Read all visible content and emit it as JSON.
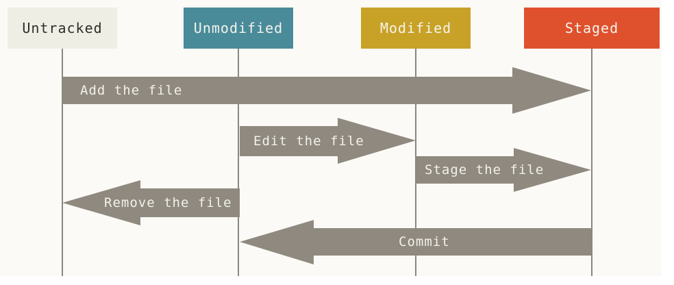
{
  "states": [
    {
      "label": "Untracked",
      "color": "#EFEEE5",
      "text_color": "#2D2C28"
    },
    {
      "label": "Unmodified",
      "color": "#4A8B99",
      "text_color": "#F4F3EC"
    },
    {
      "label": "Modified",
      "color": "#C8A227",
      "text_color": "#F4F3EC"
    },
    {
      "label": "Staged",
      "color": "#DF512D",
      "text_color": "#F4F3EC"
    }
  ],
  "transitions": [
    {
      "label": "Add the file",
      "from": "Untracked",
      "to": "Staged",
      "direction": "right"
    },
    {
      "label": "Edit the file",
      "from": "Unmodified",
      "to": "Modified",
      "direction": "right"
    },
    {
      "label": "Stage the file",
      "from": "Modified",
      "to": "Staged",
      "direction": "right"
    },
    {
      "label": "Remove the file",
      "from": "Unmodified",
      "to": "Untracked",
      "direction": "left"
    },
    {
      "label": "Commit",
      "from": "Staged",
      "to": "Unmodified",
      "direction": "left"
    }
  ],
  "colors": {
    "background": "#FBFAF6",
    "page_margin": "#FFFFFF",
    "arrow": "#8F897F",
    "lifeline": "#8B867D",
    "arrow_text": "#F2F1EA"
  }
}
